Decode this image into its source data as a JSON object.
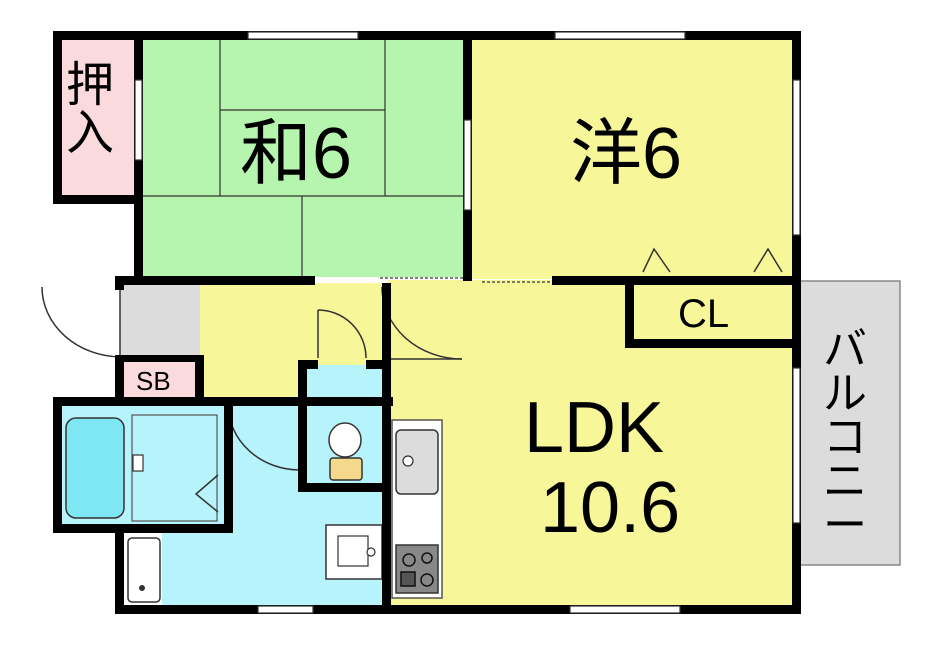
{
  "rooms": {
    "washitsu": {
      "label": "和6"
    },
    "youshitsu": {
      "label": "洋6"
    },
    "oshiire": {
      "label_chars": [
        "押",
        "入"
      ]
    },
    "closet": {
      "label": "CL"
    },
    "shoe_box": {
      "label": "SB"
    },
    "ldk": {
      "label": "LDK",
      "size": "10.6"
    },
    "balcony": {
      "label_chars": [
        "バ",
        "ル",
        "コ",
        "ニ",
        "ー"
      ]
    }
  },
  "colors": {
    "tatami": "#b6f5ad",
    "western": "#f7f799",
    "ldk": "#f7f799",
    "storage": "#fadadd",
    "water": "#b7f3fb",
    "entrance": "#dcdcdc",
    "balcony": "#dcdcdc",
    "wall": "#000000"
  }
}
